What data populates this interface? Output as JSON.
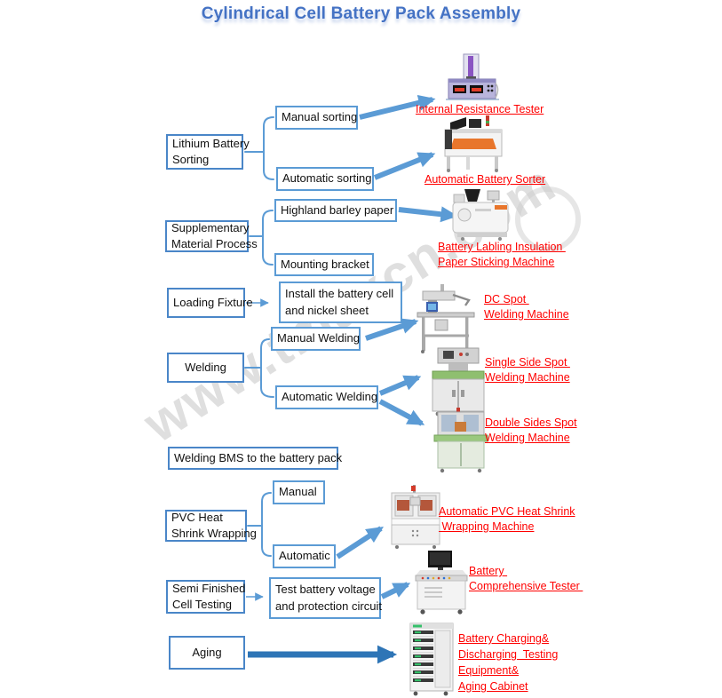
{
  "title": "Cylindrical Cell Battery Pack Assembly",
  "watermark": "www.tmaxcn.com",
  "colors": {
    "title_blue": "#4472C4",
    "box_border_blue": "#4a86c8",
    "step_border_blue": "#5b9bd5",
    "arrow_blue": "#5b9bd5",
    "aging_arrow_blue": "#2E75B6",
    "label_red": "#FF0000"
  },
  "stages": [
    {
      "lines": [
        "Lithium Battery",
        "Sorting"
      ]
    },
    {
      "lines": [
        "Supplementary",
        "Material Process"
      ]
    },
    {
      "lines": [
        "Loading Fixture"
      ]
    },
    {
      "lines": [
        "Welding"
      ]
    },
    {
      "lines": [
        "Welding BMS to the battery pack"
      ]
    },
    {
      "lines": [
        "PVC Heat",
        "Shrink Wrapping"
      ]
    },
    {
      "lines": [
        "Semi Finished",
        "Cell Testing"
      ]
    },
    {
      "lines": [
        "Aging"
      ]
    }
  ],
  "steps": [
    {
      "lines": [
        "Manual sorting"
      ]
    },
    {
      "lines": [
        "Automatic sorting"
      ]
    },
    {
      "lines": [
        "Highland barley paper"
      ]
    },
    {
      "lines": [
        "Mounting bracket"
      ]
    },
    {
      "lines": [
        "Install the battery cell",
        "and nickel sheet"
      ]
    },
    {
      "lines": [
        "Manual Welding"
      ]
    },
    {
      "lines": [
        "Automatic Welding"
      ]
    },
    {
      "lines": [
        "Manual"
      ]
    },
    {
      "lines": [
        "Automatic"
      ]
    },
    {
      "lines": [
        "Test battery voltage",
        "and protection circuit"
      ]
    }
  ],
  "machines": [
    {
      "lines": [
        "Internal Resistance Tester"
      ]
    },
    {
      "lines": [
        "Automatic Battery Sorter"
      ]
    },
    {
      "lines": [
        "Battery Labling Insulation ",
        "Paper Sticking Machine"
      ]
    },
    {
      "lines": [
        "DC Spot ",
        "Welding Machine"
      ]
    },
    {
      "lines": [
        "Single Side Spot ",
        "Welding Machine"
      ]
    },
    {
      "lines": [
        "Double Sides Spot",
        "Welding Machine"
      ]
    },
    {
      "lines": [
        "Automatic PVC Heat Shrink",
        " Wrapping Machine"
      ]
    },
    {
      "lines": [
        "Battery ",
        "Comprehensive Tester "
      ]
    },
    {
      "lines": [
        "Battery Charging&",
        "Discharging  Testing",
        "Equipment&",
        "Aging Cabinet"
      ]
    }
  ]
}
